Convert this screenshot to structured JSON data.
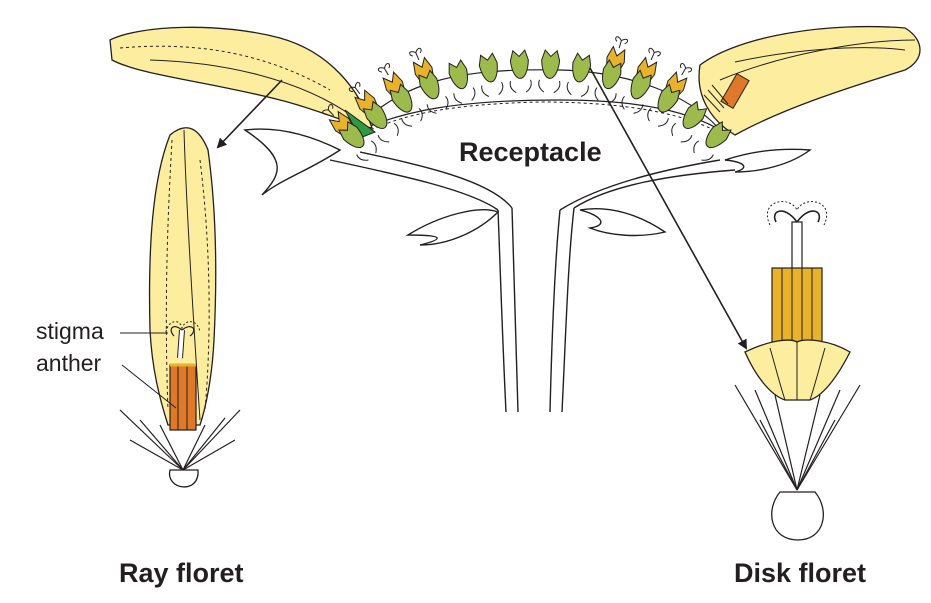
{
  "labels": {
    "receptacle": "Receptacle",
    "stigma": "stigma",
    "anther": "anther",
    "ray_floret": "Ray floret",
    "disk_floret": "Disk floret"
  },
  "colors": {
    "petal_fill": "#fdee9f",
    "disk_orange": "#e8b22a",
    "disk_green": "#9dba4d",
    "anther_orange": "#e0782a",
    "bract_green": "#2f9a43",
    "outline": "#231f20"
  }
}
